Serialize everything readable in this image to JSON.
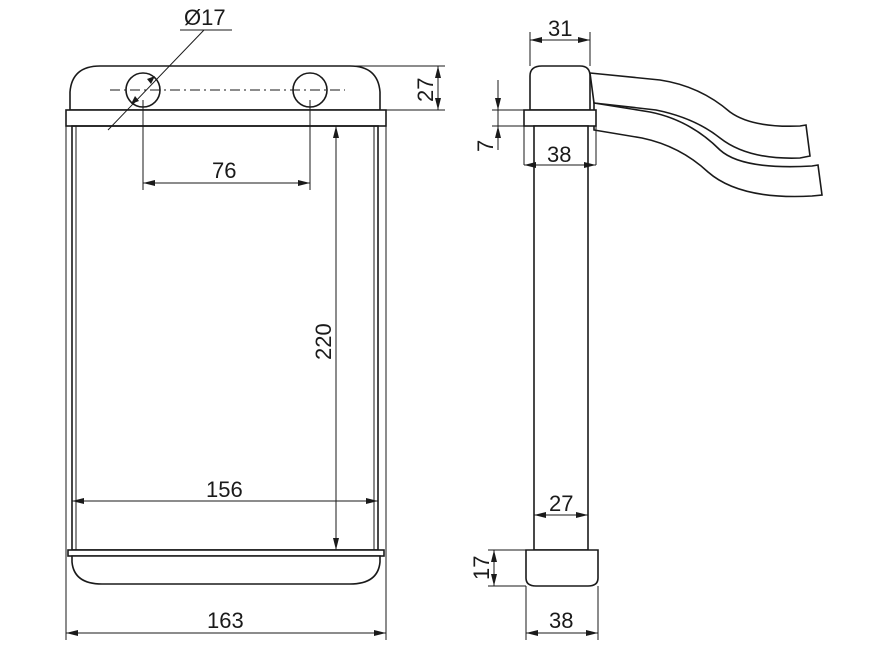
{
  "dimensions": {
    "hole_diameter": "Ø17",
    "hole_spacing": "76",
    "header_height": "27",
    "core_height": "220",
    "core_width": "156",
    "overall_width": "163",
    "side_top_width": "31",
    "side_flange_thickness": "7",
    "side_flange_width": "38",
    "side_core_depth": "27",
    "side_bottom_tank_height": "17",
    "side_bottom_width": "38"
  }
}
